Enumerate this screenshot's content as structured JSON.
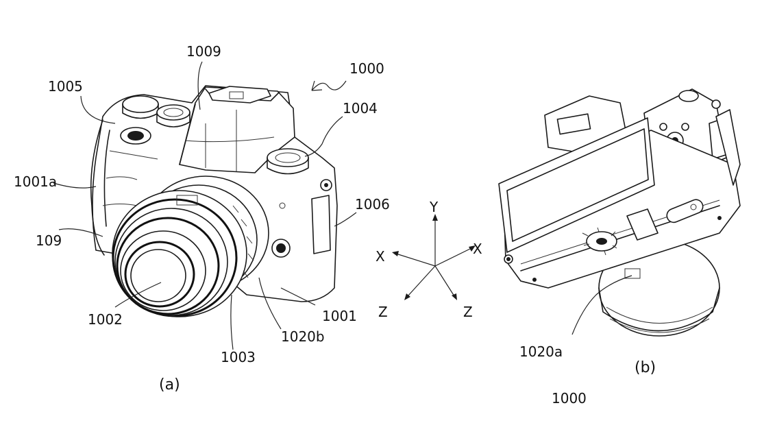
{
  "figure_a": {
    "caption": "(a)",
    "labels": {
      "camera": "1000",
      "l1009": "1009",
      "l1005": "1005",
      "l1004": "1004",
      "l1001a": "1001a",
      "l1006": "1006",
      "l109": "109",
      "l1002": "1002",
      "l1001": "1001",
      "l1020b": "1020b",
      "l1003": "1003"
    }
  },
  "axes": {
    "y": "Y",
    "x_left": "X",
    "x_right": "X",
    "z_left": "Z",
    "z_right": "Z"
  },
  "figure_b": {
    "caption": "(b)",
    "labels": {
      "l1020a": "1020a",
      "camera": "1000"
    }
  }
}
